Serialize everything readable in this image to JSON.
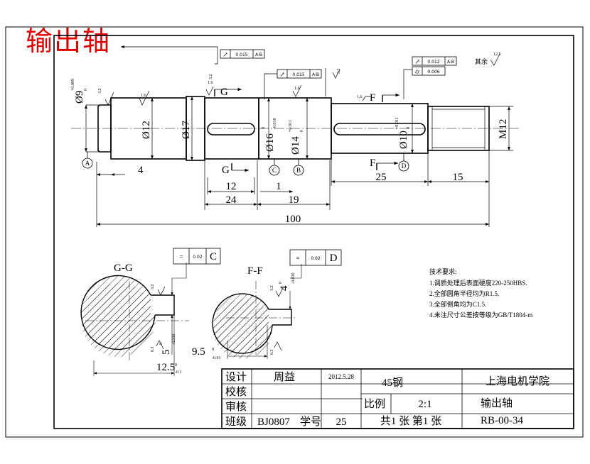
{
  "title": "输出轴",
  "views": {
    "main": {
      "dims": {
        "d_left": "Ø9",
        "d_left_tol_up": "+0.009",
        "d_left_tol_lo": "0",
        "d12": "Ø12",
        "d17": "Ø17",
        "d16": "Ø16",
        "d16_tol_up": "0",
        "d16_tol_lo": "-0.018",
        "d14": "Ø14",
        "d14_tol_up": "+0.011",
        "d14_tol_lo": "0",
        "d10": "Ø10",
        "d10_tol_up": "+0.011",
        "d10_tol_lo": "0",
        "thread": "M12",
        "len_4": "4",
        "len_12": "12",
        "len_1": "1",
        "len_24": "24",
        "len_19": "19",
        "len_25": "25",
        "len_15": "15",
        "len_100": "100"
      },
      "gdt": [
        {
          "sym": "↗",
          "tol": "0.015",
          "datum": "A-B"
        },
        {
          "sym": "↗",
          "tol": "0.015",
          "datum": "A-B"
        },
        {
          "sym": "↗",
          "tol": "0.012",
          "datum": "A-B"
        },
        {
          "sym": "⌭",
          "tol": "0.006",
          "datum": ""
        }
      ],
      "datums": [
        "A",
        "C",
        "B",
        "D"
      ],
      "section_marks": {
        "g": "G",
        "f": "F"
      },
      "roughness": [
        "3.2",
        "1.6",
        "1.6",
        "1.6",
        "3.2",
        "1.6",
        "3.2"
      ],
      "others_label": "其余",
      "others_value": "12.5"
    },
    "section_g": {
      "label": "G-G",
      "gdt": {
        "sym": "=",
        "tol": "0.02",
        "datum": "C"
      },
      "depth": "5",
      "depth_tol_up": "0",
      "depth_tol_lo": "-0.030",
      "width": "12.5",
      "width_tol_up": "0",
      "width_tol_lo": "-0.1",
      "rough": [
        "3.2",
        "6.3"
      ]
    },
    "section_f": {
      "label": "F-F",
      "gdt": {
        "sym": "=",
        "tol": "0.02",
        "datum": "D"
      },
      "keyway": "4",
      "keyway_tol_up": "0",
      "keyway_tol_lo": "-0.030",
      "width": "9.5",
      "width_tol_up": "0",
      "width_tol_lo": "-0.01",
      "rough": [
        "3.2",
        "6.3"
      ]
    }
  },
  "requirements": {
    "heading": "技术要求:",
    "items": [
      "1.调质处理后表面硬度220-250HBS.",
      "2.全部圆角半径均为R1.5.",
      "3.全部倒角均为C1.5.",
      "4.未注尺寸公差按等级为GB/T1804-m"
    ]
  },
  "title_block": {
    "design_label": "设计",
    "designer": "周益",
    "date": "2012.5.28",
    "check_label": "校核",
    "review_label": "审核",
    "class_label": "班级",
    "class_value": "BJ0807",
    "student_no_label": "学号",
    "student_no": "25",
    "material": "45钢",
    "scale_label": "比例",
    "scale_value": "2:1",
    "sheets": "共1 张 第1 张",
    "school": "上海电机学院",
    "part_name": "输出轴",
    "drawing_no": "RB-00-34"
  }
}
